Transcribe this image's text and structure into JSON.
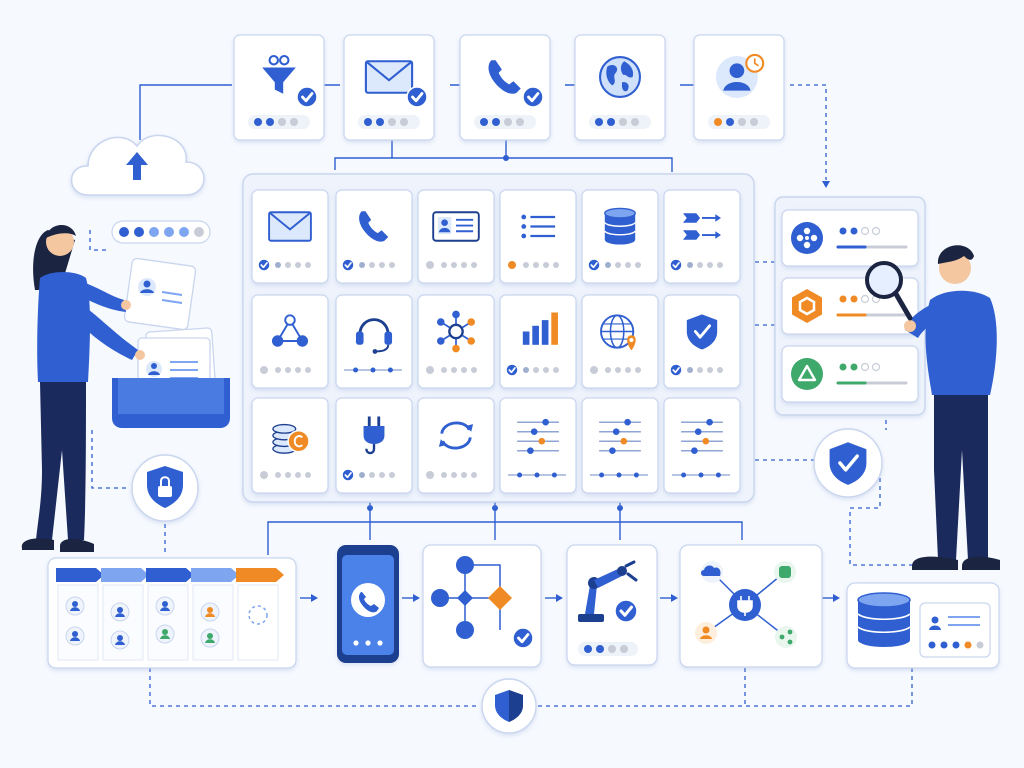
{
  "colors": {
    "primary": "#2f5fd0",
    "dark": "#1d3f8f",
    "light": "#7ea6f0",
    "pale": "#dce8fb",
    "orange": "#f08a24",
    "green": "#3fa86b",
    "gray": "#c7ccd6",
    "panel": "#ffffff",
    "border": "#c9d6ee",
    "background": "#f6f9fe",
    "skin": "#f4c7a1",
    "hair": "#1b2440",
    "pants": "#1a2a5c"
  },
  "top_row": [
    {
      "icon": "funnel-icon",
      "check": true,
      "dots": [
        "p",
        "p",
        "g",
        "g"
      ]
    },
    {
      "icon": "envelope-icon",
      "check": true,
      "dots": [
        "p",
        "p",
        "g",
        "g"
      ]
    },
    {
      "icon": "phone-icon",
      "check": true,
      "dots": [
        "p",
        "p",
        "g",
        "g"
      ]
    },
    {
      "icon": "globe-icon",
      "check": false,
      "dots": [
        "p",
        "p",
        "g",
        "g"
      ]
    },
    {
      "icon": "user-clock-icon",
      "check": false,
      "dots": [
        "o",
        "p",
        "g",
        "g"
      ]
    }
  ],
  "cloud_dots": [
    "p",
    "p",
    "l",
    "l",
    "l",
    "g"
  ],
  "grid_tiles": [
    {
      "icon": "envelope-icon",
      "badge": "check",
      "dots": [
        "p",
        "g",
        "g",
        "g"
      ]
    },
    {
      "icon": "phone-icon",
      "badge": "check",
      "dots": [
        "p",
        "g",
        "g",
        "g"
      ]
    },
    {
      "icon": "contact-card-icon",
      "badge": "dot",
      "dots": [
        "p",
        "g",
        "g",
        "g"
      ]
    },
    {
      "icon": "list-icon",
      "badge": "orange",
      "dots": [
        "p",
        "g",
        "g",
        "g"
      ]
    },
    {
      "icon": "database-icon",
      "badge": "check",
      "dots": [
        "p",
        "g",
        "g",
        "g"
      ]
    },
    {
      "icon": "routing-arrows-icon",
      "badge": "check",
      "dots": [
        "p",
        "g",
        "g",
        "g"
      ]
    },
    {
      "icon": "network-nodes-icon",
      "badge": "dot",
      "dots": [
        "g",
        "g",
        "g",
        "g"
      ]
    },
    {
      "icon": "headset-icon",
      "badge": "none",
      "dots": [
        "p",
        "g",
        "g",
        "g"
      ]
    },
    {
      "icon": "hub-icon",
      "badge": "dot",
      "dots": [
        "p",
        "g",
        "g",
        "g"
      ]
    },
    {
      "icon": "bar-chart-icon",
      "badge": "check",
      "dots": [
        "p",
        "g",
        "g",
        "g"
      ]
    },
    {
      "icon": "globe-pin-icon",
      "badge": "dot",
      "dots": [
        "p",
        "g",
        "g",
        "g"
      ]
    },
    {
      "icon": "shield-check-icon",
      "badge": "check",
      "dots": [
        "p",
        "g",
        "g",
        "g"
      ]
    },
    {
      "icon": "coins-icon",
      "badge": "dot",
      "dots": [
        "p",
        "g",
        "g",
        "g"
      ]
    },
    {
      "icon": "plug-icon",
      "badge": "check",
      "dots": [
        "p",
        "g",
        "g",
        "g"
      ]
    },
    {
      "icon": "sync-icon",
      "badge": "dot",
      "dots": [
        "p",
        "g",
        "g",
        "g"
      ]
    },
    {
      "icon": "sliders-icon",
      "badge": "none",
      "dots": [
        "g",
        "g",
        "g",
        "g"
      ]
    },
    {
      "icon": "sliders-icon",
      "badge": "none",
      "dots": [
        "g",
        "g",
        "g",
        "g"
      ]
    },
    {
      "icon": "sliders-icon",
      "badge": "none",
      "dots": [
        "g",
        "g",
        "g",
        "g"
      ]
    }
  ],
  "right_panel": [
    {
      "icon": "flower-icon",
      "color": "#2f5fd0",
      "dots": [
        "p",
        "p",
        "g",
        "g"
      ]
    },
    {
      "icon": "hexagon-icon",
      "color": "#f08a24",
      "dots": [
        "o",
        "o",
        "g",
        "g"
      ]
    },
    {
      "icon": "triangle-icon",
      "color": "#3fa86b",
      "dots": [
        "green",
        "green",
        "g",
        "g"
      ]
    }
  ],
  "kanban_headers": [
    "p",
    "p",
    "p",
    "p",
    "o"
  ],
  "bottom_panels": [
    {
      "icon": "phone-mobile-icon"
    },
    {
      "icon": "flowchart-icon"
    },
    {
      "icon": "robot-arm-icon"
    },
    {
      "icon": "integration-hub-icon"
    },
    {
      "icon": "database-record-icon"
    }
  ]
}
